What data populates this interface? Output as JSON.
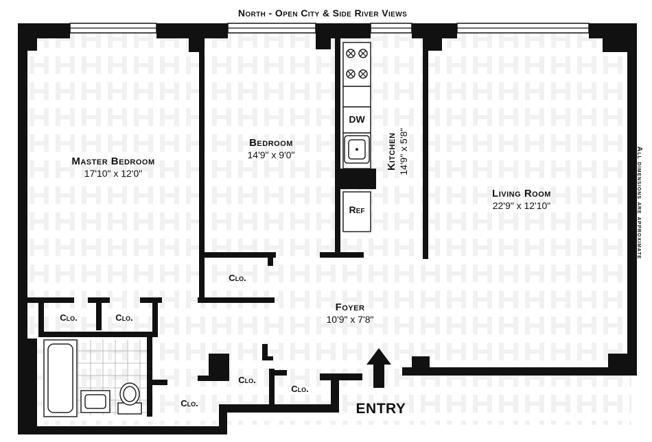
{
  "header": {
    "title": "North - Open City & Side River Views"
  },
  "side_note": "All dimensions are approximate",
  "rooms": {
    "master_bedroom": {
      "name": "Master Bedroom",
      "dims": "17'10\"  x  12'0\""
    },
    "bedroom": {
      "name": "Bedroom",
      "dims": "14'9\"  x  9'0\""
    },
    "kitchen": {
      "name": "Kitchen",
      "dims": "14'9\"  x  5'8\""
    },
    "living_room": {
      "name": "Living Room",
      "dims": "22'9\"  x  12'10\""
    },
    "foyer": {
      "name": "Foyer",
      "dims": "10'9\"  x  7'8\""
    }
  },
  "closets": {
    "label": "Clo."
  },
  "fixtures": {
    "dishwasher": "DW",
    "refrigerator": "Ref"
  },
  "entry": {
    "label": "ENTRY"
  }
}
